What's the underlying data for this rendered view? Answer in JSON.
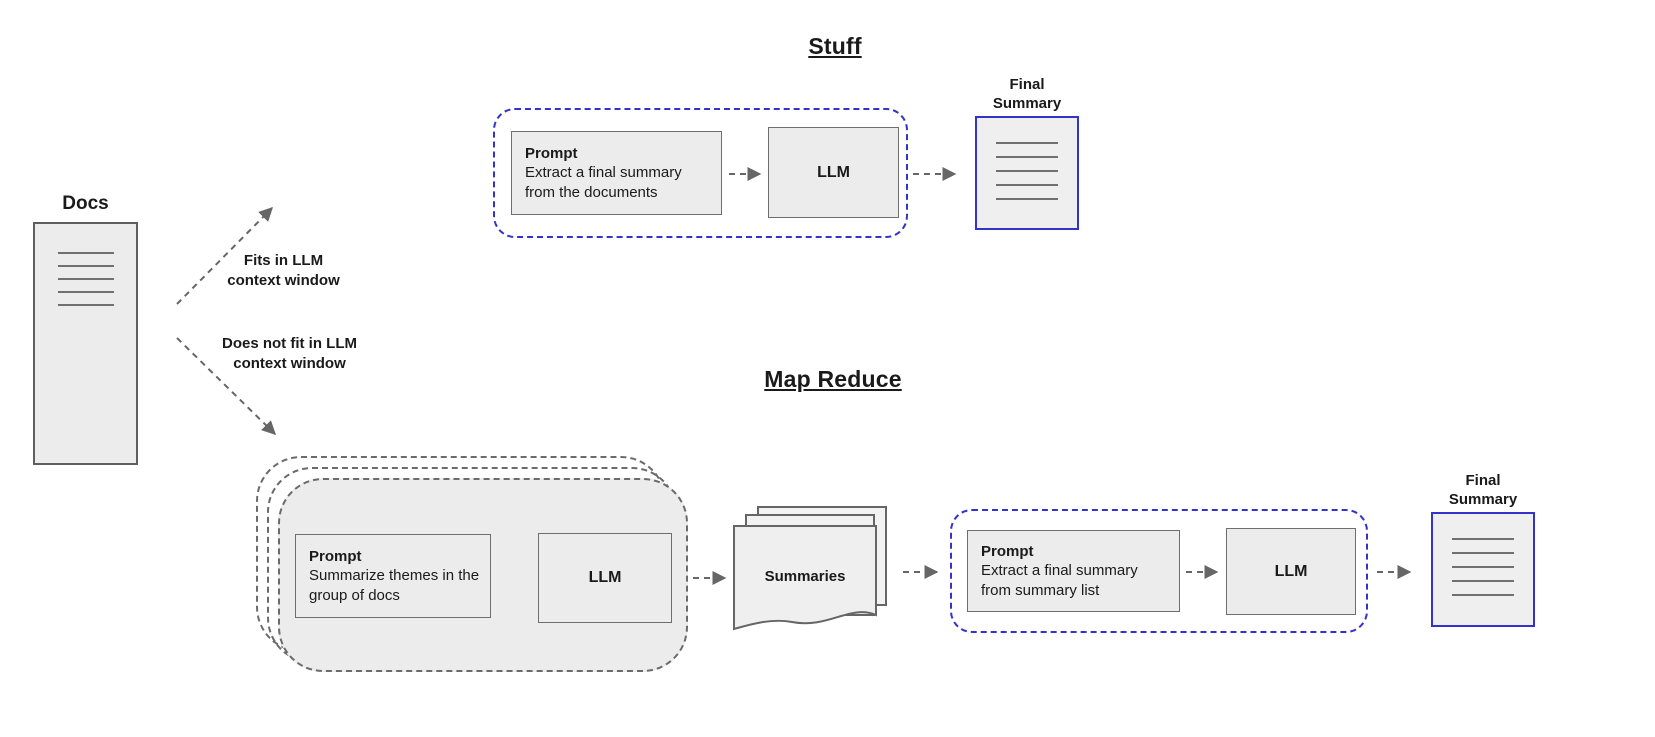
{
  "colors": {
    "accent_blue": "#3333cc",
    "box_fill": "#ececec",
    "line_gray": "#666666"
  },
  "docs": {
    "title": "Docs"
  },
  "branch_labels": {
    "fits": "Fits in LLM\ncontext window",
    "does_not_fit": "Does not fit in LLM\ncontext window"
  },
  "stuff": {
    "title": "Stuff",
    "prompt_heading": "Prompt",
    "prompt_body": "Extract a final summary from the documents",
    "llm_label": "LLM",
    "final_summary_label": "Final\nSummary"
  },
  "map_reduce": {
    "title": "Map Reduce",
    "map_prompt_heading": "Prompt",
    "map_prompt_body": "Summarize themes in the group of docs",
    "map_llm_label": "LLM",
    "summaries_label": "Summaries",
    "reduce_prompt_heading": "Prompt",
    "reduce_prompt_body": "Extract a final summary from summary list",
    "reduce_llm_label": "LLM",
    "final_summary_label": "Final\nSummary"
  }
}
